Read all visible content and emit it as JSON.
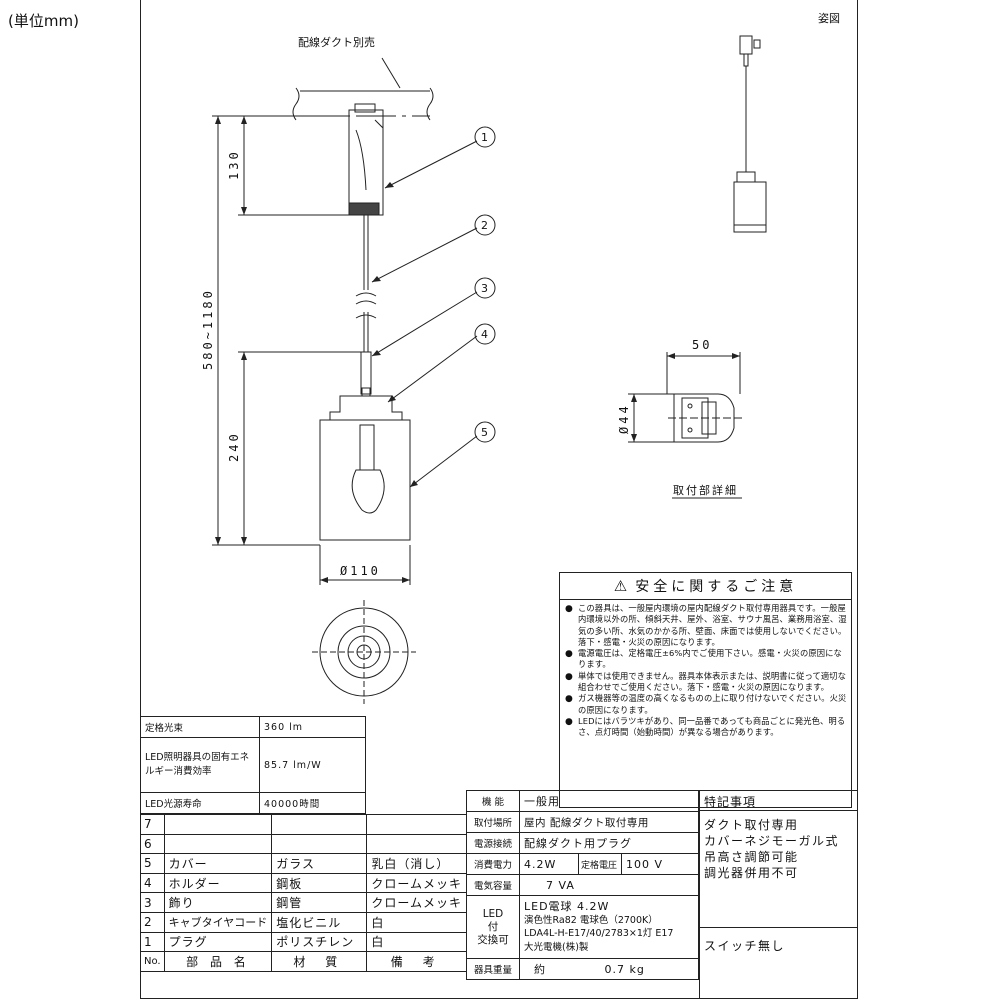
{
  "unit_label": "(単位mm)",
  "view_label": "姿図",
  "duct_label": "配線ダクト別売",
  "mount_detail_label": "取付部詳細",
  "dimensions": {
    "d130": "130",
    "d580_1180": "580~1180",
    "d240": "240",
    "d110": "Ø110",
    "d50": "50",
    "d44": "Ø44"
  },
  "callouts": [
    "1",
    "2",
    "3",
    "4",
    "5"
  ],
  "caution": {
    "title": "安全に関するご注意",
    "items": [
      "この器具は、一般屋内環境の屋内配線ダクト取付専用器具です。一般屋内環境以外の所、傾斜天井、屋外、浴室、サウナ風呂、業務用浴室、湿気の多い所、水気のかかる所、壁面、床面では使用しないでください。落下・感電・火災の原因になります。",
      "電源電圧は、定格電圧±6%内でご使用下さい。感電・火災の原因になります。",
      "単体では使用できません。器具本体表示または、説明書に従って適切な組合わせでご使用ください。落下・感電・火災の原因になります。",
      "ガス機器等の温度の高くなるものの上に取り付けないでください。火災の原因になります。",
      "LEDにはバラツキがあり、同一品番であっても商品ごとに発光色、明るさ、点灯時間（始動時間）が異なる場合があります。"
    ]
  },
  "spec": [
    {
      "label": "定格光束",
      "value": "360 lm"
    },
    {
      "label": "LED照明器具の固有エネルギー消費効率",
      "value": "85.7 lm/W"
    },
    {
      "label": "LED光源寿命",
      "value": "40000時間"
    }
  ],
  "parts": {
    "header": {
      "no": "No.",
      "name": "部 品 名",
      "material": "材 質",
      "note": "備 考"
    },
    "rows": [
      {
        "no": "7",
        "name": "",
        "material": "",
        "note": ""
      },
      {
        "no": "6",
        "name": "",
        "material": "",
        "note": ""
      },
      {
        "no": "5",
        "name": "カバー",
        "material": "ガラス",
        "note": "乳白（消し）"
      },
      {
        "no": "4",
        "name": "ホルダー",
        "material": "鋼板",
        "note": "クロームメッキ"
      },
      {
        "no": "3",
        "name": "飾り",
        "material": "鋼管",
        "note": "クロームメッキ"
      },
      {
        "no": "2",
        "name": "キャブタイヤコード",
        "material": "塩化ビニル",
        "note": "白"
      },
      {
        "no": "1",
        "name": "プラグ",
        "material": "ポリスチレン",
        "note": "白"
      }
    ]
  },
  "info": {
    "function_label": "機 能",
    "function_value": "一般用",
    "mount_label": "取付場所",
    "mount_value": "屋内 配線ダクト取付専用",
    "power_conn_label": "電源接続",
    "power_conn_value": "配線ダクト用プラグ",
    "consumption_label": "消費電力",
    "consumption_value": "4.2W",
    "voltage_label": "定格電圧",
    "voltage_value": "100 V",
    "capacity_label": "電気容量",
    "capacity_value": "7 VA",
    "led_label_1": "LED",
    "led_label_2": "付",
    "led_label_3": "交換可",
    "led_lines": [
      "LED電球 4.2W",
      "演色性Ra82 電球色（2700K）",
      "LDA4L-H-E17/40/2783×1灯 E17",
      "大光電機(株)製"
    ],
    "weight_label": "器具重量",
    "weight_prefix": "約",
    "weight_value": "0.7 kg"
  },
  "special": {
    "title": "特記事項",
    "lines": [
      "ダクト取付専用",
      "カバーネジモーガル式",
      "吊高さ調節可能",
      "調光器併用不可"
    ],
    "switch": "スイッチ無し"
  }
}
